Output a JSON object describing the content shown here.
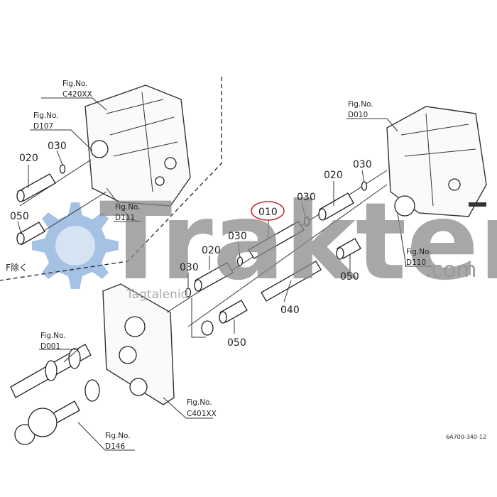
{
  "figures": {
    "c420xx": {
      "prefix": "Fig.No.",
      "code": "C420XX"
    },
    "d107": {
      "prefix": "Fig.No.",
      "code": "D107"
    },
    "d111": {
      "prefix": "Fig.No.",
      "code": "D111"
    },
    "d010": {
      "prefix": "Fig.No.",
      "code": "D010"
    },
    "d110": {
      "prefix": "Fig.No.",
      "code": "D110"
    },
    "d001": {
      "prefix": "Fig.No.",
      "code": "D001"
    },
    "c401xx": {
      "prefix": "Fig.No.",
      "code": "C401XX"
    },
    "d146": {
      "prefix": "Fig.No.",
      "code": "D146"
    }
  },
  "parts": {
    "p010": "010",
    "p020": "020",
    "p030": "030",
    "p040": "040",
    "p050": "050"
  },
  "note_excluding_f": "F除く",
  "drawing_code": "6A700-340-12",
  "watermark": {
    "main": "Trakter",
    "suffix": ".com",
    "sub": "Tagtalenid"
  },
  "colors": {
    "highlight": "#c0282d",
    "logo": "#5b8fd0",
    "watermark": "#8a8a8a"
  }
}
